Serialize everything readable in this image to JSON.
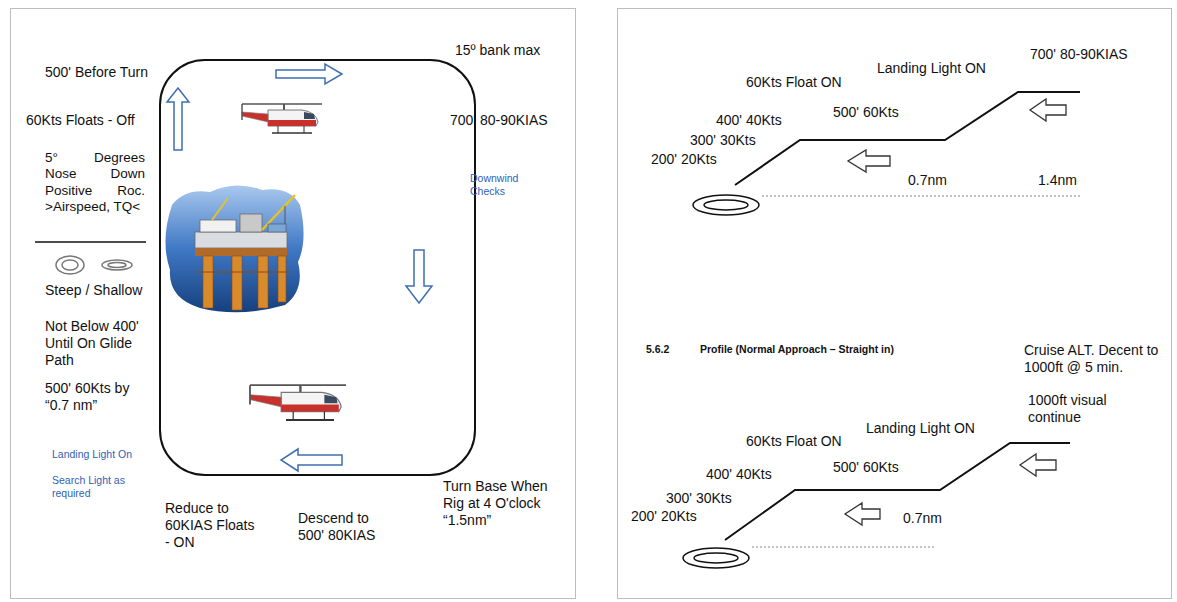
{
  "diagram": {
    "labels": [
      "500' Before Turn",
      "15º bank max",
      "60Kts Floats - Off",
      "700' 80-90KIAS",
      "5° Degrees Nose Down Positive Roc. >Airspeed, TQ<",
      "Downwind Checks",
      "Steep / Shallow",
      "Not Below 400' Until On Glide Path",
      "500' 60Kts by “0.7 nm”",
      "Landing Light On",
      "Search Light as required",
      "Reduce to 60KIAS Floats - ON",
      "Descend to 500' 80KIAS",
      "Turn Base When Rig at 4 O'clock “1.5nm”",
      "700' 80-90KIAS",
      "Landing Light ON",
      "60Kts Float ON",
      "500' 60Kts",
      "400' 40Kts",
      "300' 30Kts",
      "200' 20Kts",
      "0.7nm",
      "1.4nm",
      "5.6.2",
      "Profile (Normal Approach – Straight in)",
      "Cruise ALT. Decent to 1000ft @ 5 min.",
      "1000ft visual continue",
      "Landing Light ON",
      "60Kts Float ON",
      "500' 60Kts",
      "400' 40Kts",
      "300' 30Kts",
      "200' 20Kts",
      "0.7nm"
    ]
  }
}
